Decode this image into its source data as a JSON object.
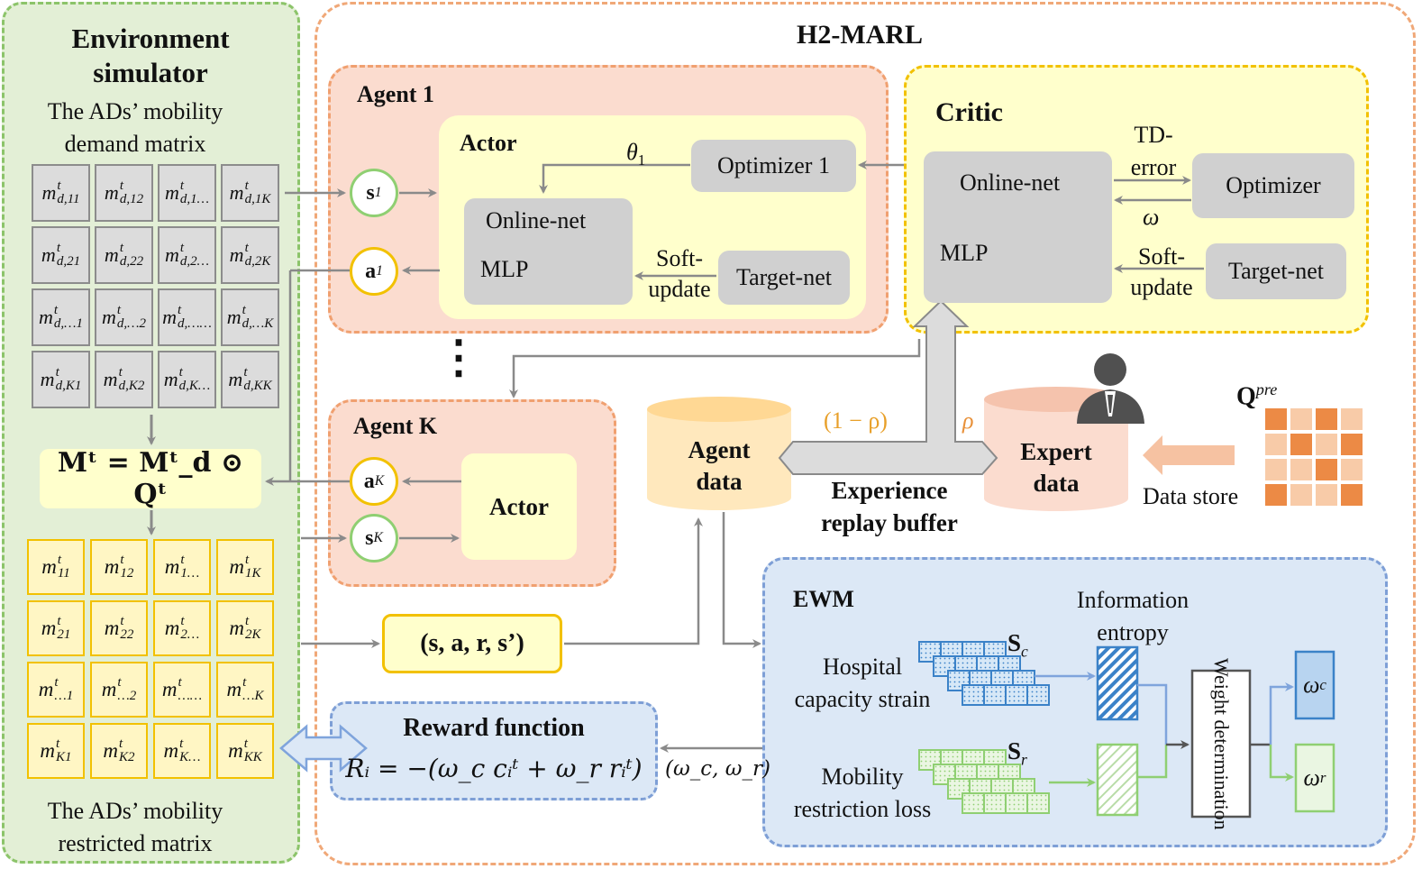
{
  "env": {
    "title_line1": "Environment",
    "title_line2": "simulator",
    "demand_line1": "The ADs’ mobility",
    "demand_line2": "demand matrix",
    "demand_cells": [
      [
        "m_d,11",
        "m_d,12",
        "m_d,1…",
        "m_d,1K"
      ],
      [
        "m_d,21",
        "m_d,22",
        "m_d,2…",
        "m_d,2K"
      ],
      [
        "m_d,…1",
        "m_d,…2",
        "m_d,……",
        "m_d,…K"
      ],
      [
        "m_d,K1",
        "m_d,K2",
        "m_d,K…",
        "m_d,KK"
      ]
    ],
    "equation": "Mᵗ = Mᵗ_d ⊙ Qᵗ",
    "restricted_cells": [
      [
        "m_11",
        "m_12",
        "m_1…",
        "m_1K"
      ],
      [
        "m_21",
        "m_22",
        "m_2…",
        "m_2K"
      ],
      [
        "m_…1",
        "m_…2",
        "m_……",
        "m_…K"
      ],
      [
        "m_K1",
        "m_K2",
        "m_K…",
        "m_KK"
      ]
    ],
    "restricted_line1": "The ADs’ mobility",
    "restricted_line2": "restricted matrix"
  },
  "marl": {
    "title": "H2-MARL",
    "agent1": {
      "title": "Agent 1",
      "actor": "Actor",
      "theta": "θ",
      "theta_sub": "1",
      "optimizer": "Optimizer 1",
      "online_net": "Online-net",
      "mlp": "MLP",
      "soft_line1": "Soft-",
      "soft_line2": "update",
      "target_net": "Target-net",
      "s": "s",
      "s_sub": "1",
      "a": "a",
      "a_sub": "1"
    },
    "dots": "⋮",
    "agentK": {
      "title": "Agent K",
      "actor": "Actor",
      "a": "a",
      "a_sub": "K",
      "s": "s",
      "s_sub": "K"
    },
    "critic": {
      "title": "Critic",
      "td_line1": "TD-",
      "td_line2": "error",
      "online_net": "Online-net",
      "optimizer": "Optimizer",
      "omega": "ω",
      "mlp": "MLP",
      "soft_line1": "Soft-",
      "soft_line2": "update",
      "target_net": "Target-net"
    },
    "buffer": {
      "agent_line1": "Agent",
      "agent_line2": "data",
      "expert_line1": "Expert",
      "expert_line2": "data",
      "one_minus_rho": "(1 − ρ)",
      "rho": "ρ",
      "label_line1": "Experience",
      "label_line2": "replay buffer"
    },
    "qpre": "Q",
    "qpre_sup": "pre",
    "data_store": "Data store",
    "transition": "(s, a, r, s’)",
    "reward": {
      "title": "Reward function",
      "formula": "Rᵢ = −(ω_c cᵢᵗ + ω_r rᵢᵗ)"
    },
    "weights_pair": "(ω_c, ω_r)",
    "ewm": {
      "title": "EWM",
      "info_line1": "Information",
      "info_line2": "entropy",
      "hospital_line1": "Hospital",
      "hospital_line2": "capacity strain",
      "mobility_line1": "Mobility",
      "mobility_line2": "restriction loss",
      "sc": "S",
      "sc_sub": "c",
      "sr": "S",
      "sr_sub": "r",
      "weight_det": "Weight determination",
      "wc": "ω",
      "wc_sub": "c",
      "wr": "ω",
      "wr_sub": "r"
    }
  },
  "colors": {
    "env_bg": "#e3efd6",
    "env_border": "#8cc46a",
    "marl_border": "#f0a878",
    "agent_bg": "#fbdccf",
    "agent_border": "#f0a070",
    "inner_yellow": "#ffffcc",
    "critic_border": "#f2c100",
    "ewm_bg": "#dce8f6",
    "ewm_border": "#7e9fd6",
    "orange_accent": "#e8913a",
    "heat_dark": "#ec8a45",
    "heat_light": "#f8cba8"
  }
}
